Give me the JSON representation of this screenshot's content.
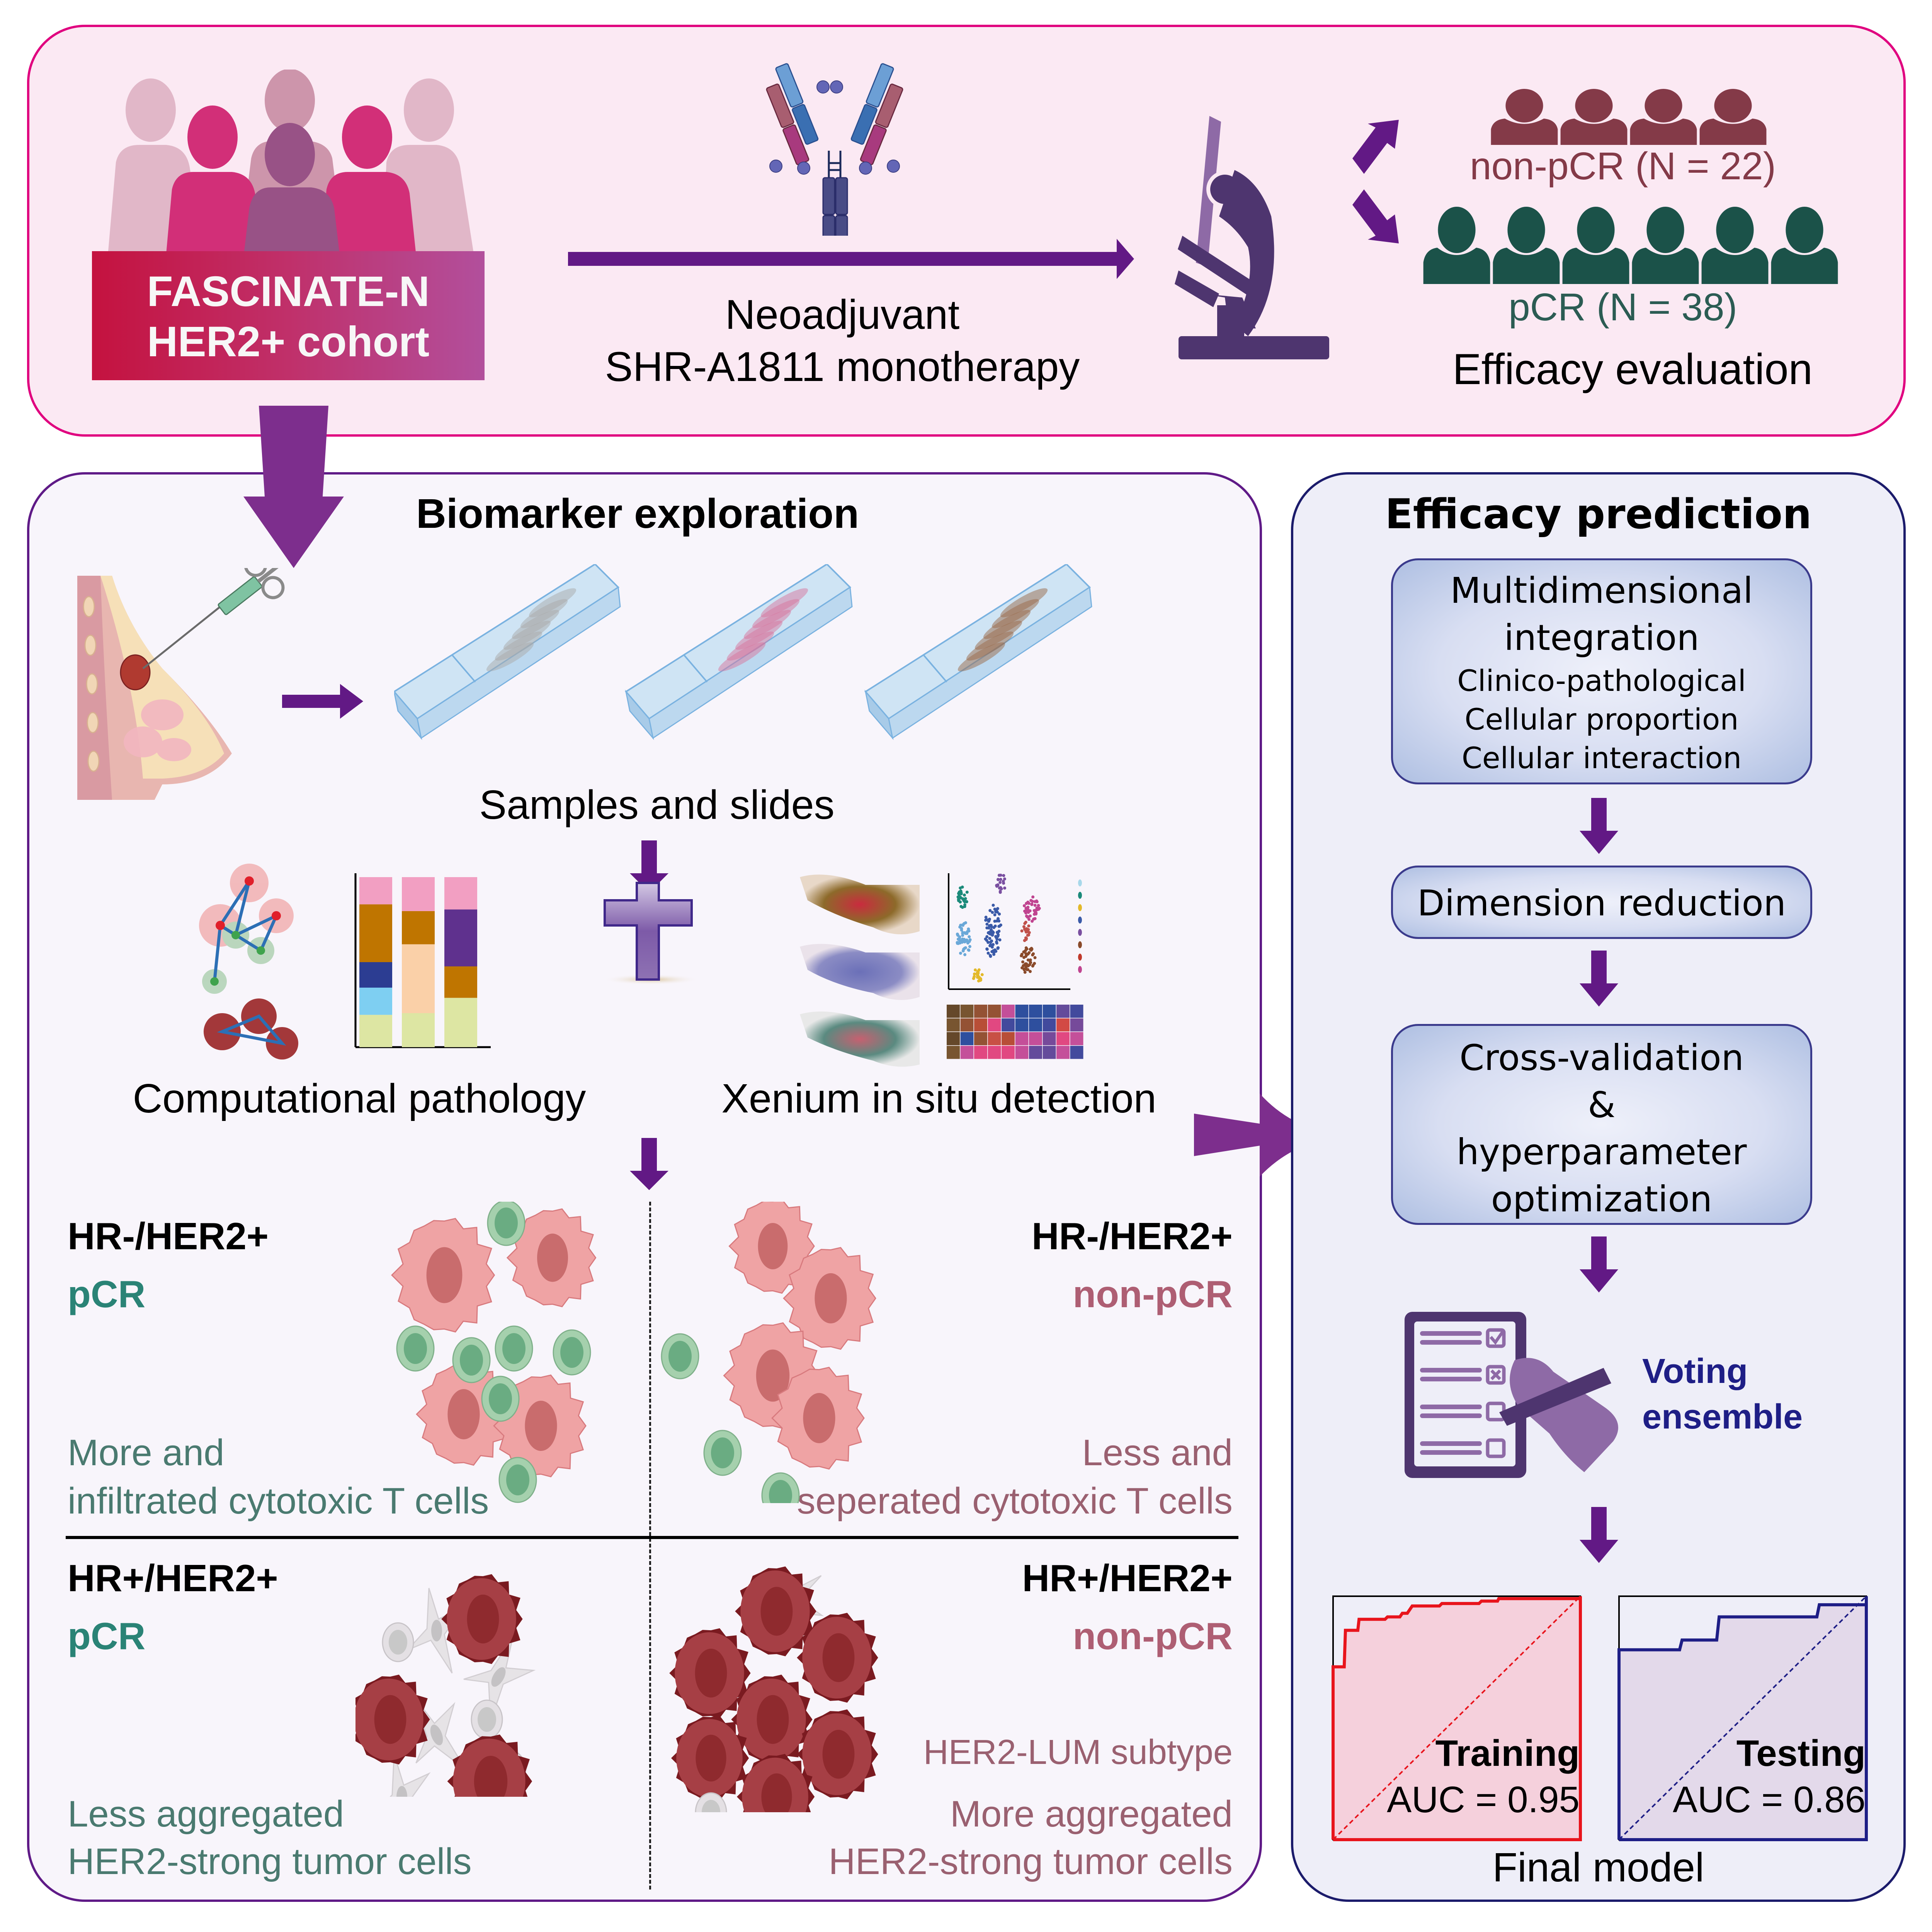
{
  "top": {
    "cohort": {
      "line1": "FASCINATE-N",
      "line2": "HER2+ cohort"
    },
    "treatment": {
      "line1": "Neoadjuvant",
      "line2": "SHR-A1811 monotherapy"
    },
    "outcomes": {
      "non_pcr": {
        "label": "non-pCR (N = 22)",
        "n": 22,
        "color": "#843a48"
      },
      "pcr": {
        "label": "pCR (N = 38)",
        "n": 38,
        "color": "#1b5249"
      }
    },
    "evaluation_label": "Efficacy evaluation"
  },
  "biomarker": {
    "title": "Biomarker exploration",
    "samples_label": "Samples and slides",
    "computational_label": "Computational pathology",
    "xenium_label": "Xenium in situ detection",
    "stacked_bars": [
      [
        {
          "color": "#dde6a3",
          "frac": 0.19
        },
        {
          "color": "#7ecff2",
          "frac": 0.16
        },
        {
          "color": "#2c3d92",
          "frac": 0.15
        },
        {
          "color": "#bf7500",
          "frac": 0.34
        },
        {
          "color": "#f29fc2",
          "frac": 0.16
        }
      ],
      [
        {
          "color": "#dde6a3",
          "frac": 0.2
        },
        {
          "color": "#fad0a8",
          "frac": 0.405
        },
        {
          "color": "#bf7500",
          "frac": 0.195
        },
        {
          "color": "#f29fc2",
          "frac": 0.2
        }
      ],
      [
        {
          "color": "#dde6a3",
          "frac": 0.29
        },
        {
          "color": "#bf7500",
          "frac": 0.185
        },
        {
          "color": "#5f318e",
          "frac": 0.335
        },
        {
          "color": "#f29fc2",
          "frac": 0.19
        }
      ]
    ],
    "heatmap": [
      [
        "#65482a",
        "#785530",
        "#945234",
        "#945234",
        "#c44f99",
        "#2e4f9e",
        "#2e4f9e",
        "#2e4f9e",
        "#644b9b",
        "#424a9d"
      ],
      [
        "#785530",
        "#945234",
        "#b84e37",
        "#e14881",
        "#424a9d",
        "#2e4f9e",
        "#2e4f9e",
        "#424a9d",
        "#d24a45",
        "#764a9a"
      ],
      [
        "#65482a",
        "#2e4f9e",
        "#945234",
        "#c85045",
        "#b84e37",
        "#c44f99",
        "#c44f99",
        "#764a9a",
        "#e14881",
        "#c4509a"
      ],
      [
        "#785530",
        "#c4509a",
        "#e14881",
        "#e14881",
        "#e14881",
        "#c44f99",
        "#644b9b",
        "#644b9b",
        "#c4509a",
        "#424a9d"
      ]
    ],
    "umap_legend_colors": [
      "#a8d8ea",
      "#1b8a7a",
      "#e3b92a",
      "#3a5aa8",
      "#7a4fa0",
      "#8a4a2a",
      "#c0392b",
      "#c04490"
    ],
    "quadrants": [
      {
        "subtype": "HR-/HER2+",
        "response": "pCR",
        "desc": [
          "More and",
          "infiltrated cytotoxic T cells"
        ],
        "extra": ""
      },
      {
        "subtype": "HR-/HER2+",
        "response": "non-pCR",
        "desc": [
          "Less and",
          "seperated cytotoxic T cells"
        ],
        "extra": ""
      },
      {
        "subtype": "HR+/HER2+",
        "response": "pCR",
        "desc": [
          "Less aggregated",
          "HER2-strong tumor cells"
        ],
        "extra": ""
      },
      {
        "subtype": "HR+/HER2+",
        "response": "non-pCR",
        "desc": [
          "More aggregated",
          "HER2-strong tumor cells"
        ],
        "extra": "HER2-LUM subtype"
      }
    ]
  },
  "prediction": {
    "title": "Efficacy prediction",
    "step1": {
      "title1": "Multidimensional",
      "title2": "integration",
      "items": [
        "Clinico-pathological",
        "Cellular proportion",
        "Cellular interaction"
      ]
    },
    "step2": "Dimension reduction",
    "step3": [
      "Cross-validation",
      "&",
      "hyperparameter",
      "optimization"
    ],
    "voting": [
      "Voting",
      "ensemble"
    ],
    "final_label": "Final model"
  },
  "chart_data": [
    {
      "type": "line",
      "title": "Training",
      "annotation": "AUC = 0.95",
      "auc": 0.95,
      "xlabel": "",
      "ylabel": "",
      "xlim": [
        0,
        1
      ],
      "ylim": [
        0,
        1
      ],
      "line_color": "#e8141c",
      "fill_color": "#f5d0dc",
      "series": [
        {
          "name": "ROC",
          "x": [
            0,
            0,
            0.045,
            0.05,
            0.1,
            0.105,
            0.21,
            0.22,
            0.27,
            0.28,
            0.3,
            0.32,
            0.43,
            0.44,
            0.59,
            0.6,
            0.665,
            0.67,
            1,
            1
          ],
          "y": [
            0,
            0.71,
            0.71,
            0.86,
            0.86,
            0.905,
            0.905,
            0.915,
            0.915,
            0.93,
            0.93,
            0.96,
            0.96,
            0.97,
            0.97,
            0.98,
            0.98,
            0.99,
            0.99,
            1
          ]
        }
      ],
      "reference": {
        "x": [
          0,
          1
        ],
        "y": [
          0,
          1
        ],
        "style": "dashed"
      }
    },
    {
      "type": "line",
      "title": "Testing",
      "annotation": "AUC = 0.86",
      "auc": 0.86,
      "xlabel": "",
      "ylabel": "",
      "xlim": [
        0,
        1
      ],
      "ylim": [
        0,
        1
      ],
      "line_color": "#1e1e86",
      "fill_color": "#e3d9ea",
      "series": [
        {
          "name": "ROC",
          "x": [
            0,
            0,
            0.245,
            0.255,
            0.395,
            0.405,
            0.8,
            0.81,
            1,
            1
          ],
          "y": [
            0,
            0.78,
            0.78,
            0.82,
            0.82,
            0.915,
            0.915,
            0.965,
            0.965,
            1
          ]
        }
      ],
      "reference": {
        "x": [
          0,
          1
        ],
        "y": [
          0,
          1
        ],
        "style": "dashed"
      }
    }
  ]
}
